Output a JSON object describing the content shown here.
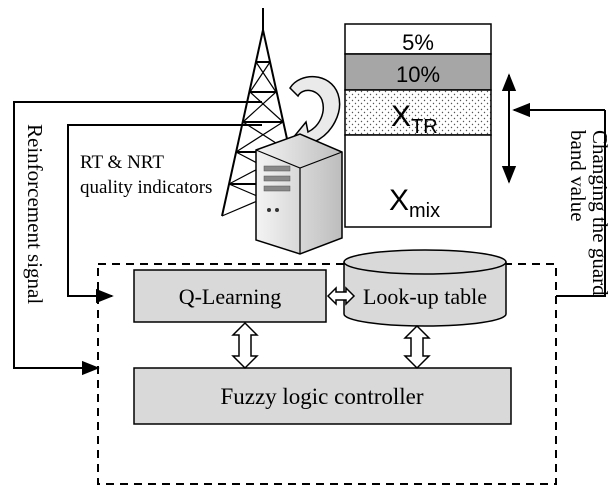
{
  "labels": {
    "reinforcement": "Reinforcement signal",
    "changing_line1": "Changing the guard",
    "changing_line2": "band value",
    "quality_line1": "RT & NRT",
    "quality_line2": "quality indicators",
    "qlearning": "Q-Learning",
    "lookup": "Look-up table",
    "fuzzy": "Fuzzy logic controller"
  },
  "bandwidth": {
    "pct5": "5%",
    "pct10": "10%",
    "xtr_main": "X",
    "xtr_sub": "TR",
    "xmix_main": "X",
    "xmix_sub": "mix"
  },
  "colors": {
    "box_fill": "#d9d9d9",
    "band10_fill": "#a6a6a6",
    "line": "#000000",
    "server_fill": "#e6e6e6"
  },
  "icons": {
    "tower": "antenna-tower-icon",
    "server": "server-icon",
    "curved_arrow": "curved-arrow-icon"
  }
}
